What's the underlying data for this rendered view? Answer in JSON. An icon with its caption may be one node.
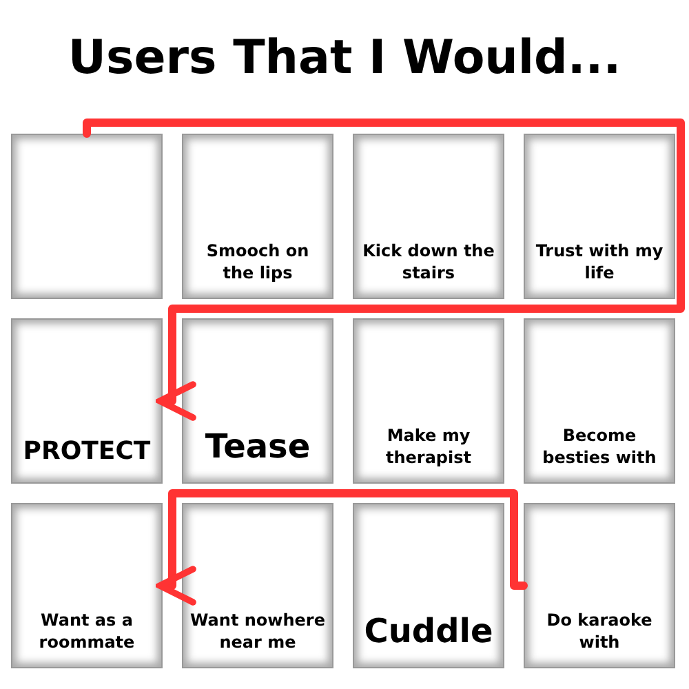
{
  "diagram": {
    "title": "Users That I Would...",
    "nodes": [
      {
        "text": [],
        "shape": "box"
      },
      {
        "text": [
          "Smooch on the lips"
        ]
      },
      {
        "text": [
          "Kick down the stairs"
        ]
      },
      {
        "text": [
          "Trust with my life"
        ]
      },
      {
        "text": [
          "PROTECT"
        ]
      },
      {
        "text": [
          "Tease"
        ]
      },
      {
        "text": [
          "Make my therapist"
        ]
      },
      {
        "text": [
          "Become besties with"
        ]
      },
      {
        "text": [
          "Want as a roommate"
        ]
      },
      {
        "text": [
          "Want nowhere near me"
        ]
      },
      {
        "text": [
          "Cuddle"
        ]
      },
      {
        "text": [
          "Do karaoke with"
        ]
      }
    ],
    "edges": [
      {
        "from": 0,
        "to": 4,
        "arrow": "to"
      },
      {
        "from": 11,
        "to": 8,
        "arrow": "to"
      }
    ]
  }
}
